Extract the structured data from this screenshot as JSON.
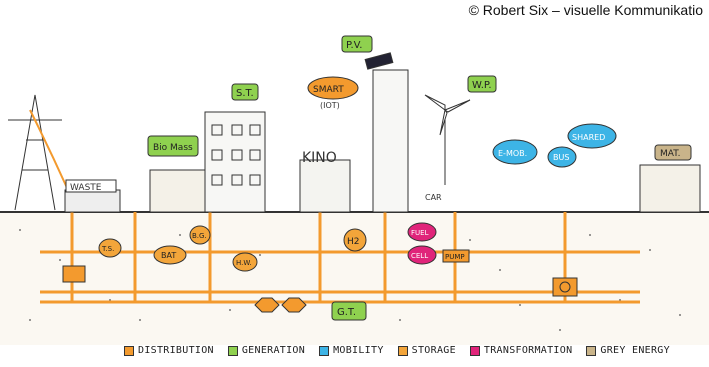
{
  "copyright": "© Robert Six – visuelle Kommunikatio",
  "labels": {
    "pv": "P.V.",
    "st": "S.T.",
    "wp": "W.P.",
    "smart": "SMART",
    "iot": "(IOT)",
    "biomass": "Bio Mass",
    "waste": "WASTE",
    "kino": "KINO",
    "car": "CAR",
    "emob": "E-MOB.",
    "bus": "BUS",
    "shared": "SHARED",
    "mat": "MAT.",
    "ts": "T.S.",
    "bat": "BAT",
    "bg": "B.G.",
    "hw": "H.W.",
    "h2": "H2",
    "fuel": "FUEL",
    "cell": "CELL",
    "pump": "PUMP",
    "gt": "G.T."
  },
  "legend": [
    {
      "label": "DISTRIBUTION",
      "color": "#f39a2e"
    },
    {
      "label": "GENERATION",
      "color": "#8fd14f"
    },
    {
      "label": "MOBILITY",
      "color": "#3db4e6"
    },
    {
      "label": "STORAGE",
      "color": "#f3a53a"
    },
    {
      "label": "TRANSFORMATION",
      "color": "#e0247a"
    },
    {
      "label": "GREY ENERGY",
      "color": "#c9b48a"
    }
  ],
  "colors": {
    "distribution": "#f39a2e",
    "generation": "#8fd14f",
    "mobility": "#3db4e6",
    "storage": "#f3a53a",
    "transformation": "#e0247a",
    "grey": "#c9b48a"
  }
}
